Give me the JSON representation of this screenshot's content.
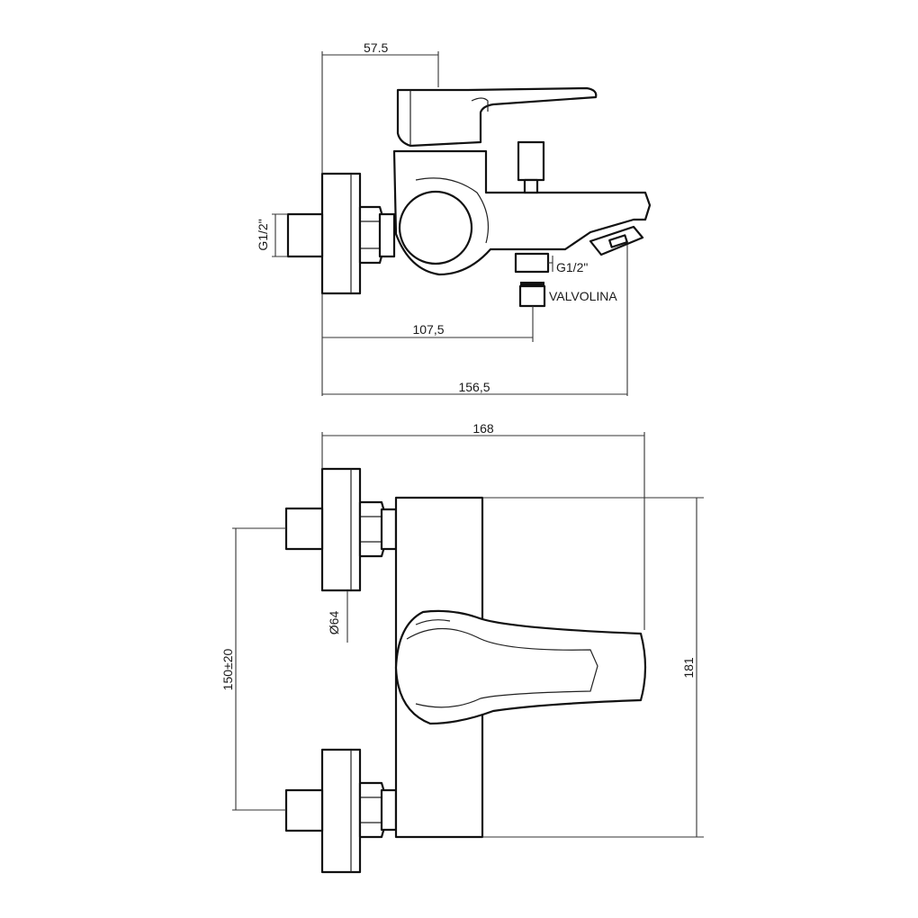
{
  "side_view": {
    "dim_top": "57.5",
    "dim_mid": "107,5",
    "dim_bottom": "156,5",
    "thread_inlet": "G1/2\"",
    "thread_outlet": "G1/2\"",
    "valve_label": "VALVOLINA"
  },
  "front_view": {
    "dim_width": "168",
    "dim_height": "181",
    "dim_spacing": "150±20",
    "dim_diameter": "Ø64"
  },
  "colors": {
    "line": "#111111",
    "background": "#ffffff"
  }
}
